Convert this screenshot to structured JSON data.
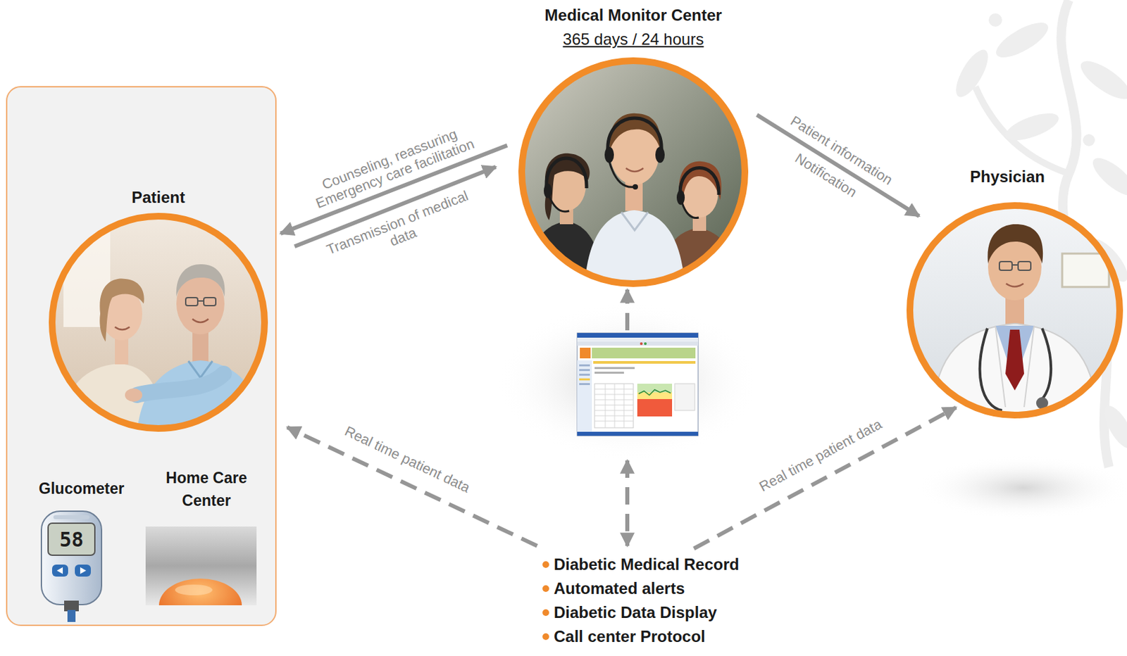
{
  "diagram": {
    "nodes": [
      {
        "text": [
          "Patient"
        ]
      },
      {
        "text": [
          "Glucometer"
        ],
        "in": 0
      },
      {
        "text": [
          "Home Care Center"
        ],
        "in": 0
      },
      {
        "text": [
          "Medical Monitor Center",
          "365 days / 24 hours"
        ]
      },
      {
        "text": [
          "Physician"
        ]
      },
      {
        "text": [
          "Diabetic Medical Record",
          "Automated alerts",
          "Diabetic Data Display",
          "Call center Protocol"
        ]
      }
    ],
    "edges": [
      {
        "from": 3,
        "to": 0,
        "label": "Counseling, reassuring Emergency care facilitation",
        "arrow": "to"
      },
      {
        "from": 0,
        "to": 3,
        "label": "Transmission of medical data",
        "arrow": "to"
      },
      {
        "from": 3,
        "to": 4,
        "label": "Patient information Notification",
        "arrow": "to"
      },
      {
        "from": 5,
        "to": 0,
        "label": "Real time patient data",
        "arrow": "to"
      },
      {
        "from": 5,
        "to": 4,
        "label": "Real time patient data",
        "arrow": "to"
      }
    ],
    "labels": [
      "58"
    ]
  }
}
